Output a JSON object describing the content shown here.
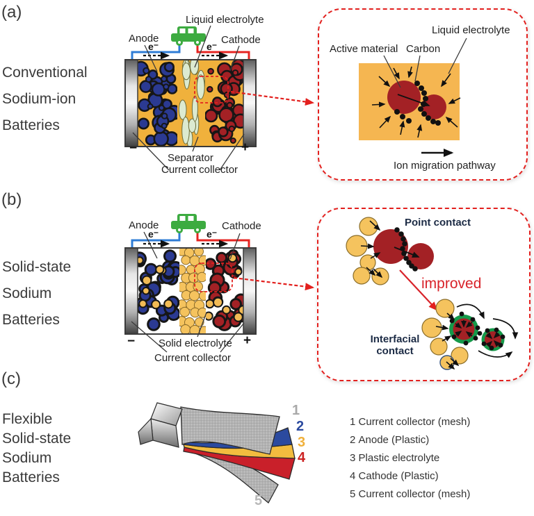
{
  "figure": {
    "panels": {
      "a": {
        "tag": "(a)",
        "title_lines": [
          "Conventional",
          "Sodium-ion",
          "Batteries"
        ],
        "labels": {
          "anode": "Anode",
          "liquid_electrolyte": "Liquid electrolyte",
          "cathode": "Cathode",
          "electron": "e⁻",
          "minus": "−",
          "plus": "+",
          "separator": "Separator",
          "current_collector": "Current collector"
        },
        "inset": {
          "active_material": "Active material",
          "carbon": "Carbon",
          "liquid_electrolyte": "Liquid electrolyte",
          "ion_migration_pathway": "Ion migration pathway"
        }
      },
      "b": {
        "tag": "(b)",
        "title_lines": [
          "Solid-state",
          "Sodium",
          "Batteries"
        ],
        "labels": {
          "anode": "Anode",
          "cathode": "Cathode",
          "electron": "e⁻",
          "minus": "−",
          "plus": "+",
          "solid_electrolyte": "Solid electrolyte",
          "current_collector": "Current collector"
        },
        "inset": {
          "point_contact": "Point contact",
          "improved": "improved",
          "interfacial_line1": "Interfacial",
          "interfacial_line2": "contact"
        }
      },
      "c": {
        "tag": "(c)",
        "title_lines": [
          "Flexible",
          "Solid-state",
          "Sodium",
          "Batteries"
        ],
        "layer_numbers": [
          "1",
          "2",
          "3",
          "4",
          "5"
        ],
        "legend": [
          {
            "num": "1",
            "label": "Current collector (mesh)"
          },
          {
            "num": "2",
            "label": "Anode (Plastic)"
          },
          {
            "num": "3",
            "label": "Plastic electrolyte"
          },
          {
            "num": "4",
            "label": "Cathode (Plastic)"
          },
          {
            "num": "5",
            "label": "Current collector (mesh)"
          }
        ]
      }
    },
    "colors": {
      "anode_blue": "#2b3a92",
      "cathode_red": "#a32125",
      "electrolyte_yellow": "#f0b13c",
      "solid_electrolyte_yellow": "#f5c35e",
      "separator_green": "#dcead0",
      "interface_green": "#159a4a",
      "car_green": "#3cab40",
      "wire_blue": "#2e7cd6",
      "wire_red": "#e62421",
      "dashed_red": "#e3201e",
      "improved_red": "#d8232a",
      "layer1_gray": "#a8a8a8",
      "layer2_blue": "#2b4a9f",
      "layer3_yellow": "#f0b03a",
      "layer4_red": "#cc2222"
    }
  }
}
